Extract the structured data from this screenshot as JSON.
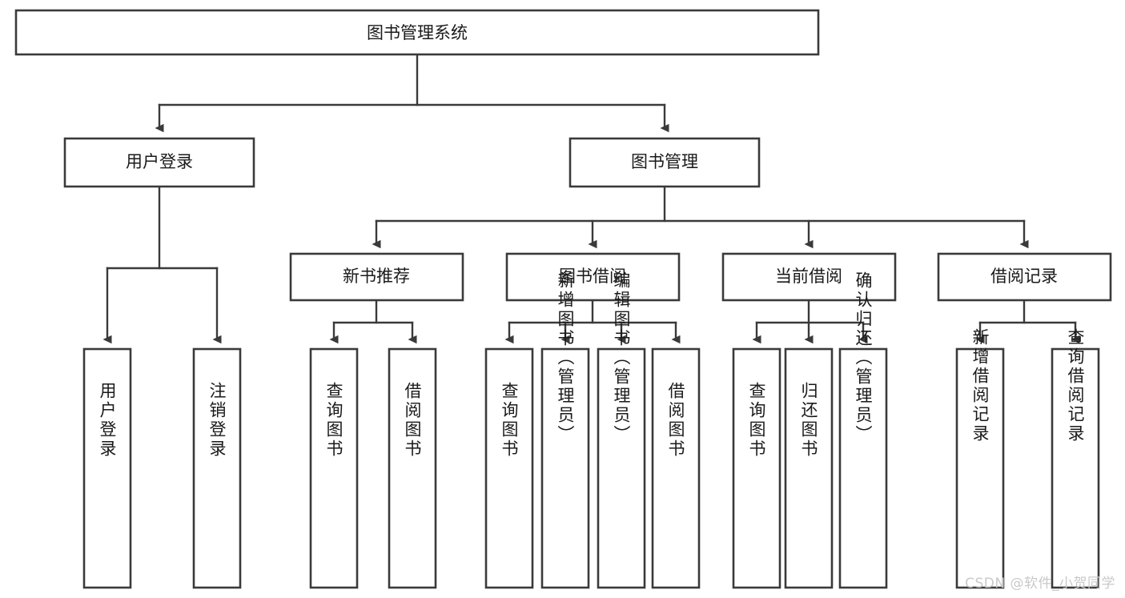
{
  "diagram": {
    "title": "图书管理系统",
    "type": "tree-hierarchy-chart",
    "watermark": "CSDN @软件_小贺同学",
    "nodes": {
      "root": {
        "label": "图书管理系统"
      },
      "level2": [
        {
          "label": "用户登录"
        },
        {
          "label": "图书管理"
        }
      ],
      "level3": [
        {
          "label": "新书推荐"
        },
        {
          "label": "图书借阅"
        },
        {
          "label": "当前借阅"
        },
        {
          "label": "借阅记录"
        }
      ],
      "leaves_user_login": [
        {
          "label": "用户登录"
        },
        {
          "label": "注销登录"
        }
      ],
      "leaves_new_book": [
        {
          "label": "查询图书"
        },
        {
          "label": "借阅图书"
        }
      ],
      "leaves_book_borrow": [
        {
          "label": "查询图书"
        },
        {
          "label": "新增图书（管理员）"
        },
        {
          "label": "编辑图书（管理员）"
        },
        {
          "label": "借阅图书"
        }
      ],
      "leaves_current_borrow": [
        {
          "label": "查询图书"
        },
        {
          "label": "归还图书"
        },
        {
          "label": "确认归还（管理员）"
        }
      ],
      "leaves_borrow_record": [
        {
          "label": "新增借阅记录"
        },
        {
          "label": "查询借阅记录"
        }
      ]
    },
    "colors": {
      "box_stroke": "#3a3a3a",
      "box_fill": "#ffffff",
      "text": "#1a1a1a",
      "background": "#ffffff",
      "watermark": "#c9c9c9"
    }
  }
}
